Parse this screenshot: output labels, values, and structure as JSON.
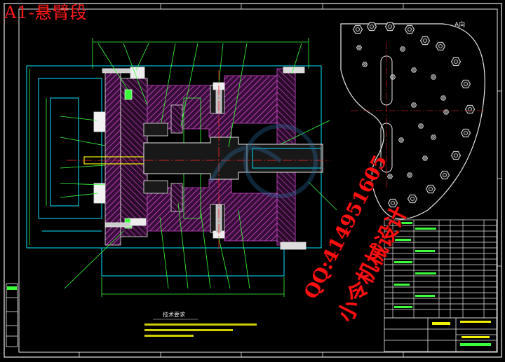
{
  "header": {
    "title": "A1-悬臂段"
  },
  "view_label": "A向",
  "notes": {
    "heading": "技术要求"
  },
  "watermark": {
    "qq": "QQ:414951605",
    "studio": "小令机械设计"
  },
  "colors": {
    "background": "#000000",
    "frame": "#e8e8e8",
    "border_cyan": "#00e5ff",
    "hatch_magenta": "#d24bd2",
    "line_green": "#3cff3c",
    "line_yellow": "#f2f200",
    "line_red": "#ff2a2a",
    "watermark_red": "#ff1010"
  }
}
